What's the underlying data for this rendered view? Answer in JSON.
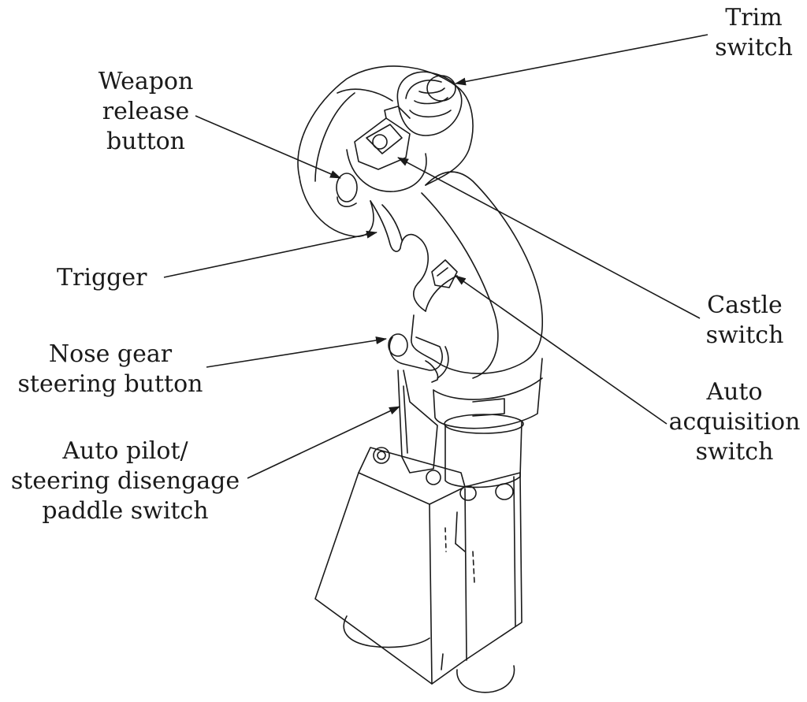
{
  "labels": {
    "trim": [
      "Trim",
      "switch"
    ],
    "weapon_release": [
      "Weapon",
      "release",
      "button"
    ],
    "trigger": [
      "Trigger"
    ],
    "castle": [
      "Castle",
      "switch"
    ],
    "nose_gear": [
      "Nose gear",
      "steering button"
    ],
    "auto_acquisition": [
      "Auto",
      "acquisition",
      "switch"
    ],
    "autopilot": [
      "Auto pilot/",
      "steering disengage",
      "paddle switch"
    ]
  },
  "colors": {
    "line": "#1a1a1a",
    "background": "#ffffff"
  }
}
